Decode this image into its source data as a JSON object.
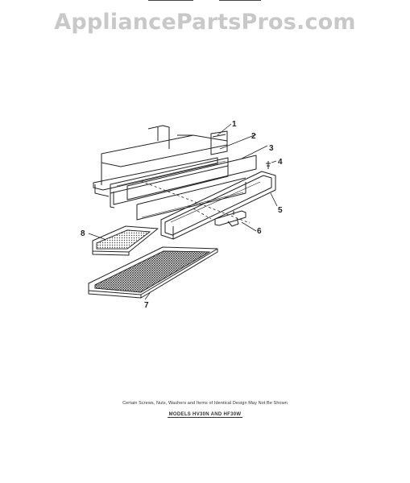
{
  "watermark": {
    "text": "AppliancePartsPros.com"
  },
  "callouts": [
    {
      "number": "1"
    },
    {
      "number": "2"
    },
    {
      "number": "3"
    },
    {
      "number": "4"
    },
    {
      "number": "5"
    },
    {
      "number": "6"
    },
    {
      "number": "7"
    },
    {
      "number": "8"
    }
  ],
  "captions": {
    "note": "Certain Screws, Nuts, Washers and Items of Identical Design May Not Be Shown",
    "models": "MODELS HV30N AND HF30W"
  },
  "colors": {
    "line": "#222222",
    "watermark": "#c8c8c8"
  }
}
